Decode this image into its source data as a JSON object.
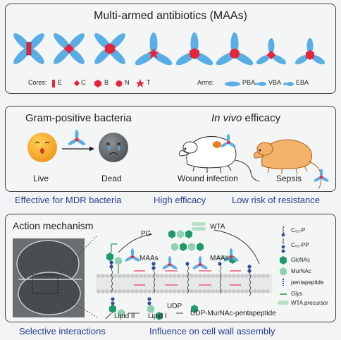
{
  "panel1": {
    "title": "Multi-armed antibiotics (MAAs)",
    "cores_label": "Cores:",
    "core_letters": [
      "E",
      "C",
      "B",
      "N",
      "T"
    ],
    "arms_label": "Arms:",
    "arm_names": [
      "PBA",
      "VBA",
      "EBA"
    ]
  },
  "panel2": {
    "title_left": "Gram-positive bacteria",
    "title_right_italic": "In vivo",
    "title_right_rest": " efficacy",
    "live": "Live",
    "dead": "Dead",
    "wound": "Wound infection",
    "sepsis": "Sepsis"
  },
  "row1": [
    "Effective for MDR bacteria",
    "High efficacy",
    "Low risk of resistance"
  ],
  "panel3": {
    "title": "Action mechanism",
    "pg": "PG",
    "wta": "WTA",
    "maas_1": "MAAs",
    "maas_2": "MAAs",
    "lipid2": "Lipid II",
    "lipid1": "Lipid I",
    "udp": "UDP",
    "udp_murnac": "UDP-MurNAc-pentapeptide",
    "legend": [
      "C₅₅-P",
      "C₅₅-PP",
      "GlcNAc",
      "MurNAc",
      "pentapeptide",
      "Glys",
      "WTA precursor"
    ]
  },
  "row2": [
    "Selective interactions",
    "Influence on cell wall assembly"
  ],
  "colors": {
    "arm": "#5aaee6",
    "core": "#e8243a",
    "glcnac": "#1f9a6b",
    "murnac": "#8ed3b0",
    "accent_blue": "#2c3e8f"
  }
}
